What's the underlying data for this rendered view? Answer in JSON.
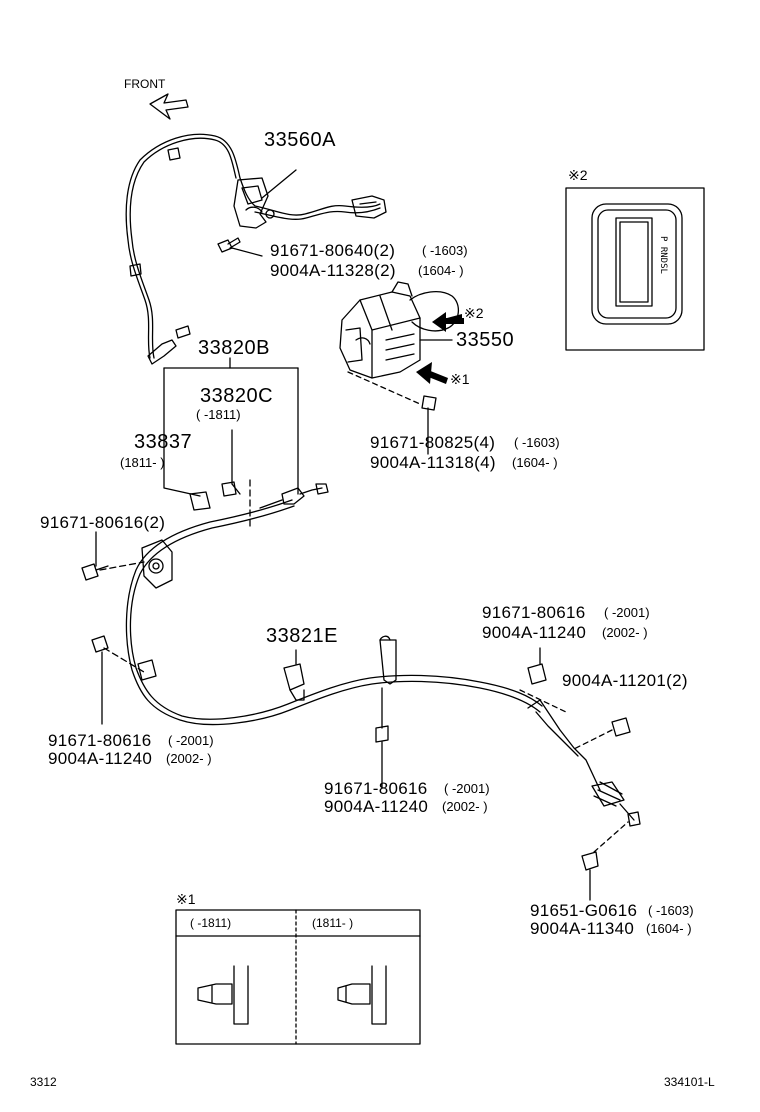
{
  "front_label": "FRONT",
  "parts": {
    "p33560A": "33560A",
    "p33550": "33550",
    "p33820B": "33820B",
    "p33820C": "33820C",
    "p33820C_range": "(      -1811)",
    "p33837": "33837",
    "p33837_range": "(1811-      )",
    "p33821E": "33821E"
  },
  "fasteners": {
    "f1_a": "91671-80640(2)",
    "f1_a_range": "(      -1603)",
    "f1_b": "9004A-11328(2)",
    "f1_b_range": "(1604-      )",
    "f2_a": "91671-80825(4)",
    "f2_a_range": "(      -1603)",
    "f2_b": "9004A-11318(4)",
    "f2_b_range": "(1604-      )",
    "f3": "91671-80616(2)",
    "f4_a": "91671-80616",
    "f4_a_range": "(      -2001)",
    "f4_b": "9004A-11240",
    "f4_b_range": "(2002-      )",
    "f5_a": "91671-80616",
    "f5_a_range": "(      -2001)",
    "f5_b": "9004A-11240",
    "f5_b_range": "(2002-      )",
    "f6": "9004A-11201(2)",
    "f7_a": "91671-80616",
    "f7_a_range": "(      -2001)",
    "f7_b": "9004A-11240",
    "f7_b_range": "(2002-      )",
    "f8_a": "91651-G0616",
    "f8_a_range": "(      -1603)",
    "f8_b": "9004A-11340",
    "f8_b_range": "(1604-      )"
  },
  "notes": {
    "mark1": "※1",
    "mark2": "※2",
    "inset_title": "※2",
    "gate_letters": "P RNDSL",
    "table_title": "※1",
    "table_col1": "(      -1811)",
    "table_col2": "(1811-      )"
  },
  "footer": {
    "left": "3312",
    "right": "334101-L"
  }
}
